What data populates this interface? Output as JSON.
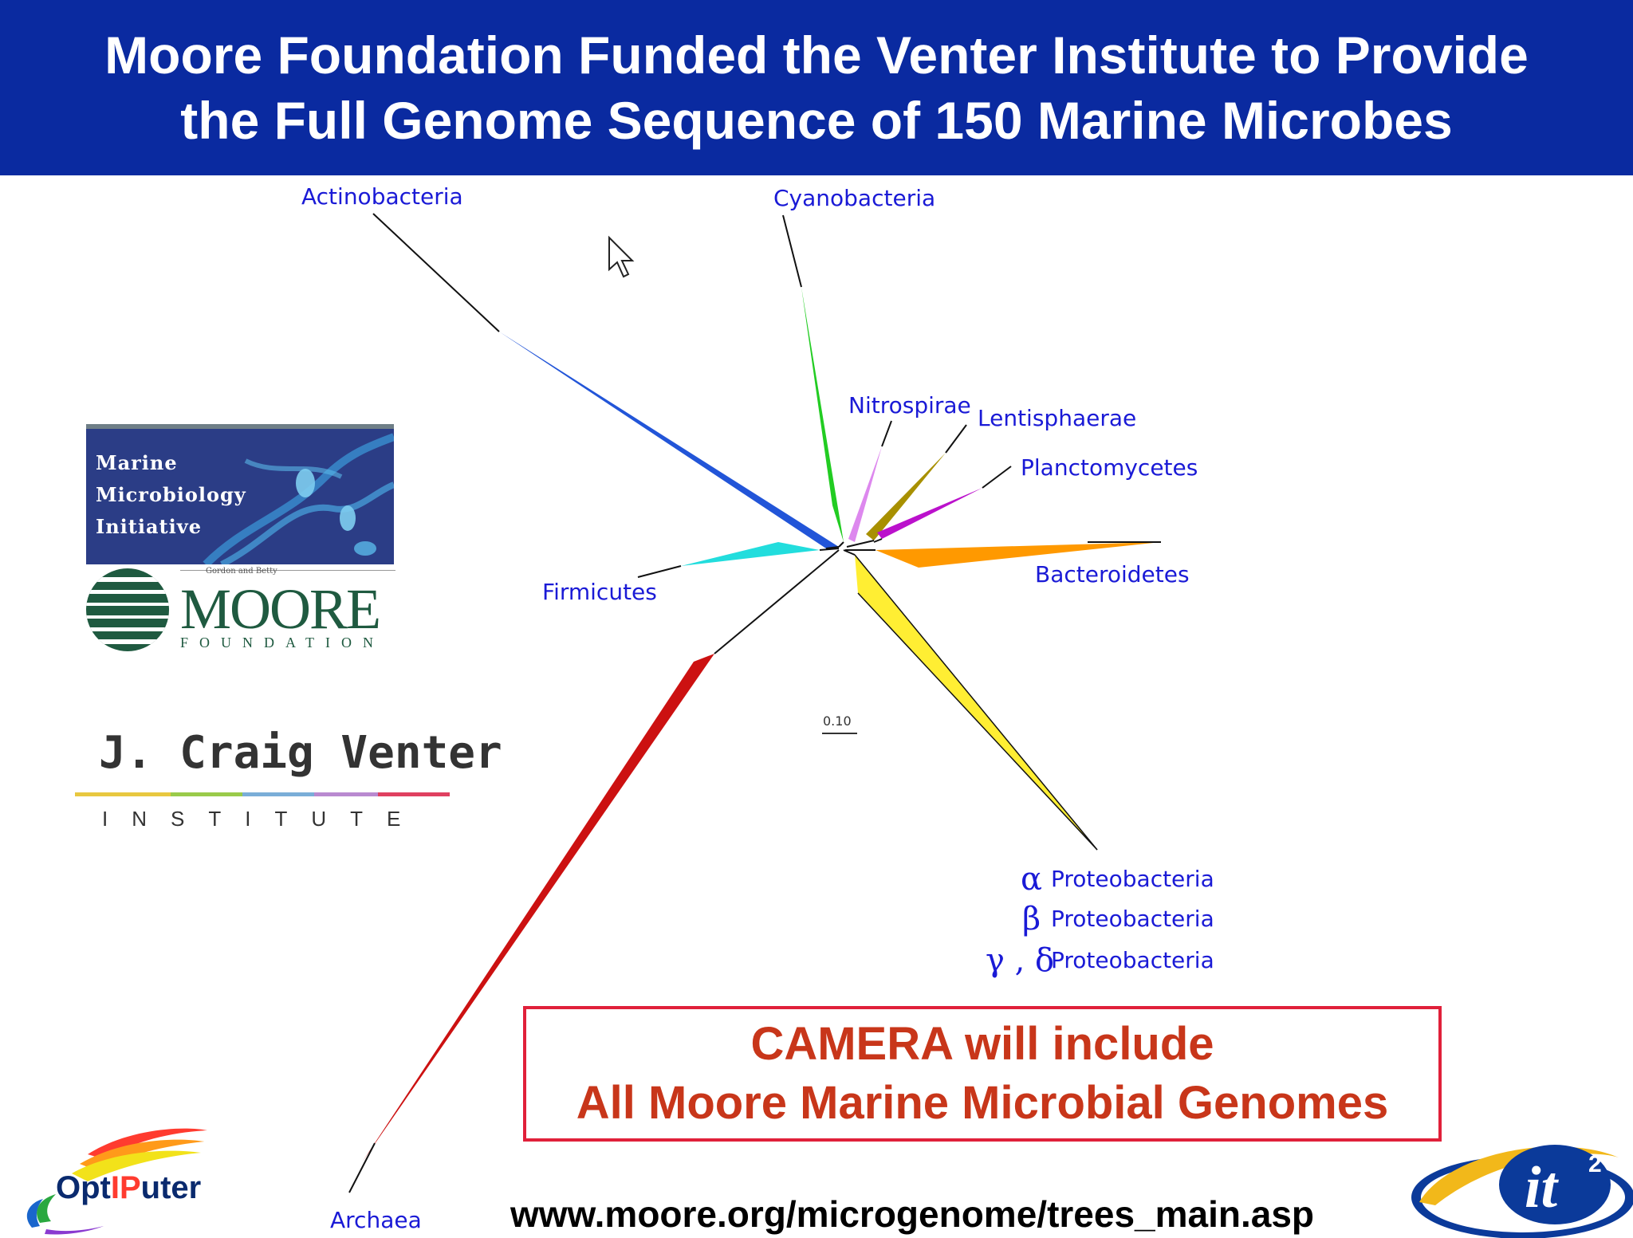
{
  "title": {
    "line1": "Moore Foundation Funded the Venter Institute to Provide",
    "line2": "the Full Genome Sequence of 150 Marine Microbes"
  },
  "tree": {
    "taxa": {
      "actinobacteria": "Actinobacteria",
      "cyanobacteria": "Cyanobacteria",
      "nitrospirae": "Nitrospirae",
      "lentisphaerae": "Lentisphaerae",
      "planctomycetes": "Planctomycetes",
      "bacteroidetes": "Bacteroidetes",
      "firmicutes": "Firmicutes",
      "proteobacteria": "Proteobacteria",
      "archaea": "Archaea"
    },
    "greek": {
      "alpha": "α",
      "beta": "β",
      "gamma_delta": "γ , δ"
    },
    "scale_label": "0.10",
    "colors": {
      "actinobacteria": "#2255d8",
      "cyanobacteria": "#22cc22",
      "nitrospirae": "#dd88ee",
      "lentisphaerae": "#a89000",
      "planctomycetes": "#bb11cc",
      "bacteroidetes": "#ff9900",
      "firmicutes": "#22dddd",
      "proteobacteria": "#ffee33",
      "archaea": "#cc1111"
    }
  },
  "camera_box": {
    "line1": "CAMERA will include",
    "line2": "All Moore Marine Microbial Genomes"
  },
  "url": "www.moore.org/microgenome/trees_main.asp",
  "logos": {
    "mmi": {
      "line1": "Marine",
      "line2": "Microbiology",
      "line3": "Initiative"
    },
    "moore": {
      "small": "Gordon and Betty",
      "name": "MOORE",
      "sub": "FOUNDATION"
    },
    "jcvi": {
      "name": "J. Craig Venter",
      "sub": "INSTITUTE"
    },
    "optiputer": {
      "pre": "Opt",
      "mid": "IP",
      "post": "uter"
    },
    "it2": {
      "text": "it",
      "sup": "2"
    }
  }
}
